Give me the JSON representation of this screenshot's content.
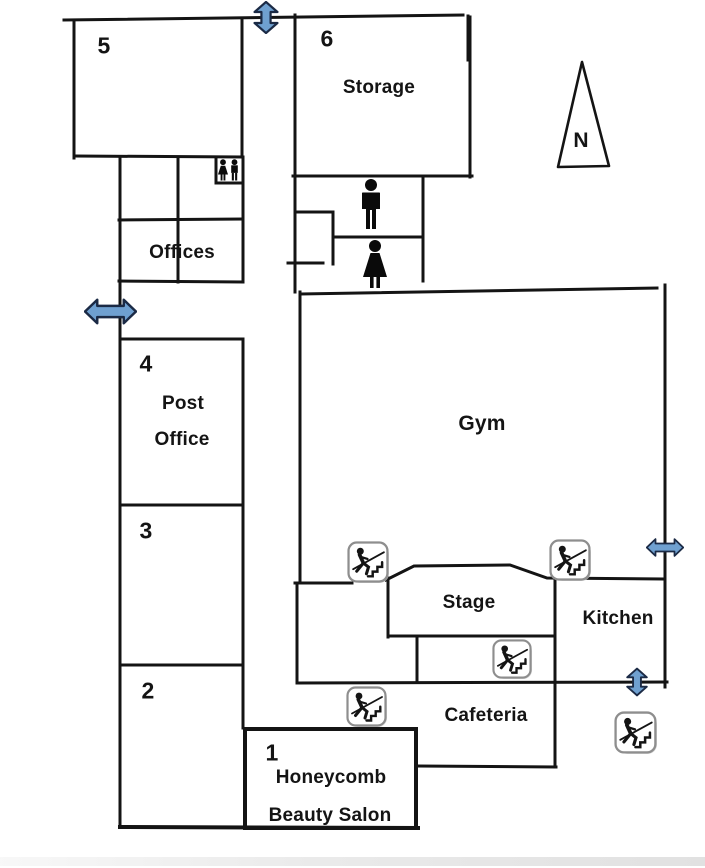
{
  "compass": {
    "label": "N"
  },
  "rooms": {
    "room5": {
      "number": "5"
    },
    "storage": {
      "number": "6",
      "label": "Storage"
    },
    "offices": {
      "label": "Offices"
    },
    "post_office": {
      "number": "4",
      "line1": "Post",
      "line2": "Office"
    },
    "room3": {
      "number": "3"
    },
    "room2": {
      "number": "2"
    },
    "gym": {
      "label": "Gym"
    },
    "stage": {
      "label": "Stage"
    },
    "kitchen": {
      "label": "Kitchen"
    },
    "cafeteria": {
      "label": "Cafeteria"
    },
    "salon": {
      "number": "1",
      "line1": "Honeycomb",
      "line2": "Beauty Salon"
    }
  },
  "icons": {
    "stairs": "stairs-icon",
    "mens_restroom": "man-figure-icon",
    "womens_restroom": "woman-figure-icon",
    "unisex_restroom_sign": "restroom-sign-icon",
    "entrance": "double-arrow-door-icon",
    "north": "north-arrow-icon"
  },
  "colors": {
    "wall": "#141414",
    "door_arrow_fill": "#6fa0d0",
    "door_arrow_outline": "#1b2a45",
    "stairs_border": "#8e8e8e"
  }
}
